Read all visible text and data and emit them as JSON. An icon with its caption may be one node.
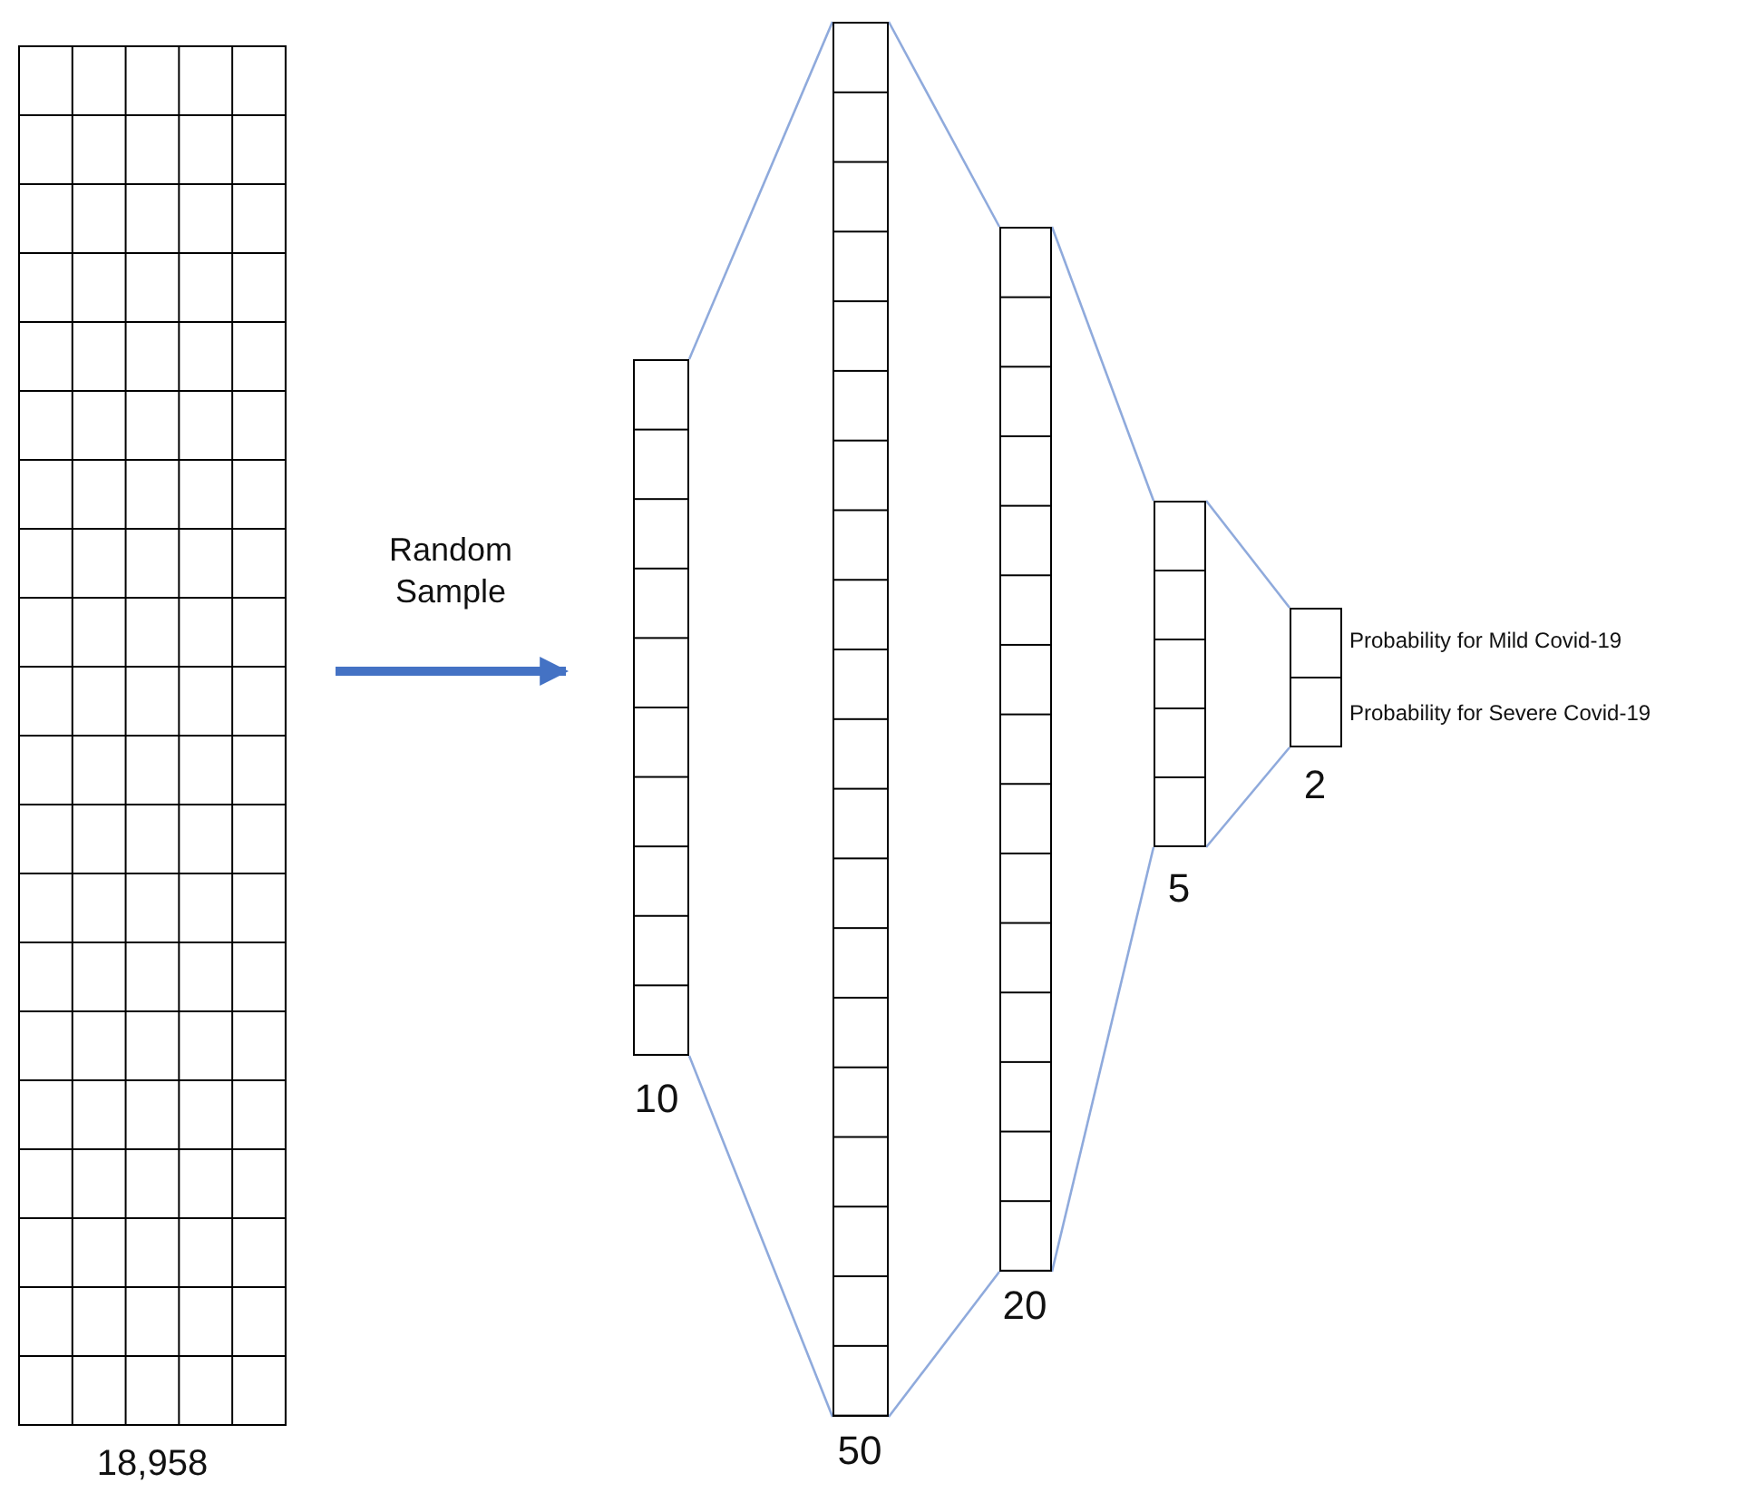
{
  "diagram": {
    "nodes": [
      {
        "text": [],
        "shape": "box",
        "beside": [
          "18,958"
        ]
      },
      {
        "text": [],
        "shape": "bar",
        "beside": [
          "10"
        ]
      },
      {
        "text": [],
        "shape": "bar",
        "beside": [
          "50"
        ]
      },
      {
        "text": [],
        "shape": "bar",
        "beside": [
          "20"
        ]
      },
      {
        "text": [],
        "shape": "bar",
        "beside": [
          "5"
        ]
      },
      {
        "text": [],
        "shape": "bar",
        "beside": [
          "2",
          "Probability for Mild Covid-19",
          "Probability for Severe Covid-19"
        ]
      }
    ],
    "edges": [
      {
        "from": 0,
        "to": 1,
        "arrow": "to",
        "label": "Random Sample",
        "style": "thick",
        "color": "#4472c4"
      },
      {
        "from": 1,
        "to": 2,
        "arrow": "none"
      },
      {
        "from": 1,
        "to": 2,
        "arrow": "none"
      },
      {
        "from": 2,
        "to": 3,
        "arrow": "none"
      },
      {
        "from": 2,
        "to": 3,
        "arrow": "none"
      },
      {
        "from": 3,
        "to": 4,
        "arrow": "none"
      },
      {
        "from": 3,
        "to": 4,
        "arrow": "none"
      },
      {
        "from": 4,
        "to": 5,
        "arrow": "none"
      },
      {
        "from": 4,
        "to": 5,
        "arrow": "none"
      }
    ]
  }
}
